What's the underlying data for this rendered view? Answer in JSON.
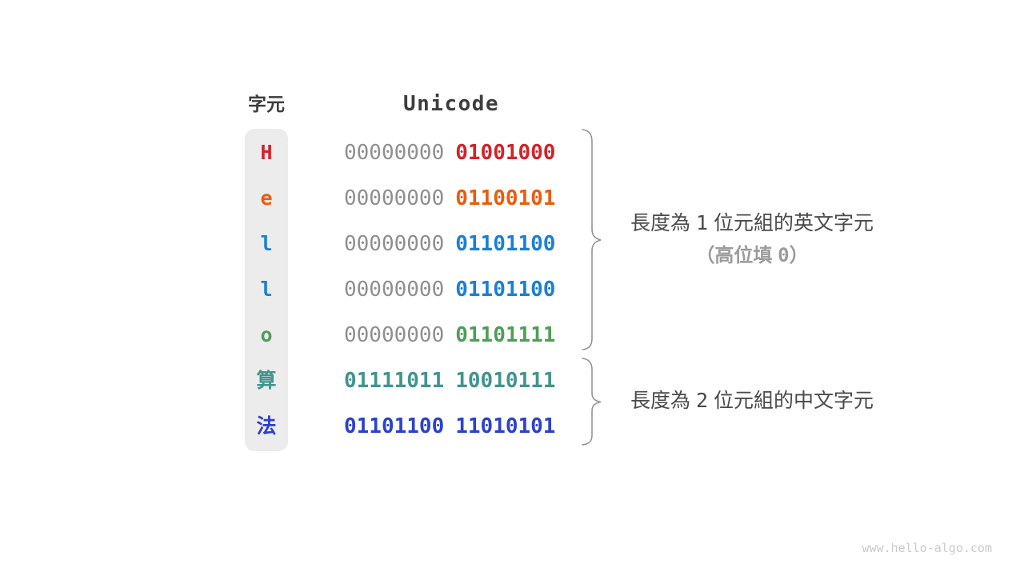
{
  "header": {
    "char_column": "字元",
    "unicode_column": "Unicode"
  },
  "rows": [
    {
      "char": "H",
      "byte1": "00000000",
      "byte2": "01001000",
      "char_color": "#d2232a",
      "byte1_color": "#8f8f8f",
      "byte2_color": "#d2232a"
    },
    {
      "char": "e",
      "byte1": "00000000",
      "byte2": "01100101",
      "char_color": "#ec5b0e",
      "byte1_color": "#8f8f8f",
      "byte2_color": "#ec5b0e"
    },
    {
      "char": "l",
      "byte1": "00000000",
      "byte2": "01101100",
      "char_color": "#1a80d5",
      "byte1_color": "#8f8f8f",
      "byte2_color": "#1a80d5"
    },
    {
      "char": "l",
      "byte1": "00000000",
      "byte2": "01101100",
      "char_color": "#1a80d5",
      "byte1_color": "#8f8f8f",
      "byte2_color": "#1a80d5"
    },
    {
      "char": "o",
      "byte1": "00000000",
      "byte2": "01101111",
      "char_color": "#4f9e58",
      "byte1_color": "#8f8f8f",
      "byte2_color": "#4f9e58"
    },
    {
      "char": "算",
      "byte1": "01111011",
      "byte2": "10010111",
      "char_color": "#40958d",
      "byte1_color": "#40958d",
      "byte2_color": "#40958d"
    },
    {
      "char": "法",
      "byte1": "01101100",
      "byte2": "11010101",
      "char_color": "#2c41cb",
      "byte1_color": "#2c41cb",
      "byte2_color": "#2c41cb"
    }
  ],
  "annotations": {
    "english_group": {
      "line1": "長度為 1 位元組的英文字元",
      "line2": "（高位填 0）"
    },
    "chinese_group": {
      "line1": "長度為 2 位元組的中文字元"
    }
  },
  "colors": {
    "red": "#d2232a",
    "orange": "#ec5b0e",
    "blue": "#1a80d5",
    "green": "#4f9e58",
    "teal": "#40958d",
    "indigo": "#2c41cb",
    "gray_bits": "#8f8f8f",
    "heading_text": "#3d3d3d",
    "annotation_text": "#4a4a4a",
    "annotation_secondary": "#9c9c9c",
    "char_cell_background": "#ececec",
    "brace": "#949494",
    "watermark": "#cbcbcb"
  },
  "watermark": "www.hello-algo.com"
}
